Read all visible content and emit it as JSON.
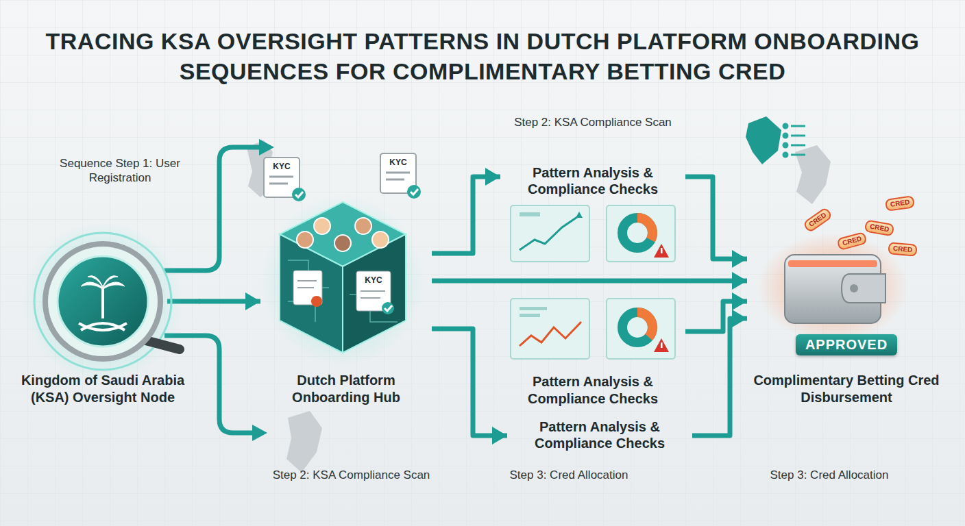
{
  "diagram": {
    "title": "TRACING KSA OVERSIGHT PATTERNS IN DUTCH PLATFORM ONBOARDING SEQUENCES FOR COMPLIMENTARY BETTING CRED",
    "nodes": [
      {
        "text": [
          "Kingdom of Saudi Arabia (KSA) Oversight Node"
        ]
      },
      {
        "text": [
          "Dutch Platform Onboarding Hub"
        ]
      },
      {
        "text": [
          "Pattern Analysis & Compliance Checks"
        ]
      },
      {
        "text": [
          "Pattern Analysis & Compliance Checks"
        ]
      },
      {
        "text": [
          "Pattern Analysis & Compliance Checks"
        ]
      },
      {
        "text": [
          "APPROVED",
          "Complimentary Betting Cred Disbursement"
        ]
      }
    ],
    "edges": [
      {
        "from": 0,
        "to": 1,
        "arrow": "to"
      },
      {
        "from": 1,
        "to": 2,
        "arrow": "to"
      },
      {
        "from": 1,
        "to": 4,
        "arrow": "to"
      },
      {
        "from": 1,
        "to": 5,
        "arrow": "to"
      },
      {
        "from": 2,
        "to": 5,
        "arrow": "to"
      },
      {
        "from": 3,
        "to": 5,
        "arrow": "to"
      },
      {
        "from": 4,
        "to": 5,
        "arrow": "to"
      }
    ],
    "labels": [
      "Sequence Step 1: User Registration",
      "KYC",
      "KYC",
      "KYC",
      "Step 2: KSA Compliance Scan",
      "CRED",
      "CRED",
      "CRED",
      "CRED",
      "CRED",
      "Step 2: KSA Compliance Scan",
      "Step 3: Cred Allocation",
      "Step 3: Cred Allocation"
    ]
  }
}
